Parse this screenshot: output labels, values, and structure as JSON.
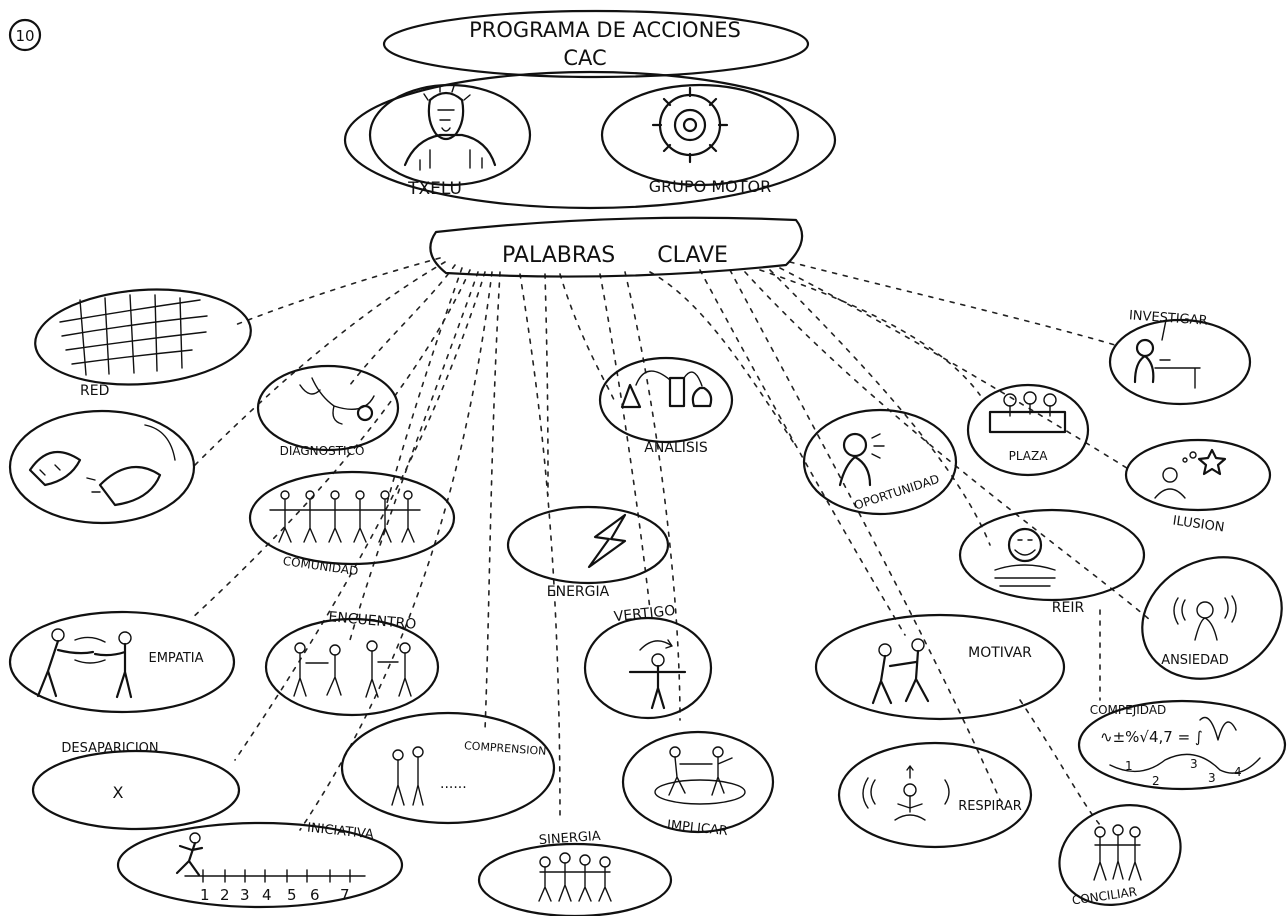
{
  "sheet_number": "10",
  "title": {
    "line1": "PROGRAMA DE ACCIONES",
    "line2": "CAC"
  },
  "actors": [
    {
      "label": "TXELU",
      "icon": "person-icon"
    },
    {
      "label": "GRUPO MOTOR",
      "icon": "gear-icon"
    }
  ],
  "hub": {
    "label": "PALABRAS      CLAVE"
  },
  "keywords": [
    {
      "id": "red",
      "label": "RED",
      "icon": "net-icon"
    },
    {
      "id": "plugs",
      "label": "",
      "icon": "plug-icon"
    },
    {
      "id": "diagnostico",
      "label": "DIAGNOSTICO",
      "icon": "stethoscope-icon"
    },
    {
      "id": "comunidad",
      "label": "COMUNIDAD",
      "icon": "people-chain-icon"
    },
    {
      "id": "analisis",
      "label": "ANALISIS",
      "icon": "lab-flasks-icon"
    },
    {
      "id": "energia",
      "label": "ENERGIA",
      "icon": "lightning-icon"
    },
    {
      "id": "oportunidad",
      "label": "OPORTUNIDAD",
      "icon": "shout-icon"
    },
    {
      "id": "plaza",
      "label": "PLAZA",
      "icon": "plaza-icon"
    },
    {
      "id": "investigar",
      "label": "INVESTIGAR",
      "icon": "microscope-icon"
    },
    {
      "id": "ilusion",
      "label": "ILUSION",
      "icon": "star-dream-icon"
    },
    {
      "id": "reir",
      "label": "REIR",
      "icon": "laughing-face-icon"
    },
    {
      "id": "ansiedad",
      "label": "ANSIEDAD",
      "icon": "anxious-person-icon"
    },
    {
      "id": "empatia",
      "label": "EMPATIA",
      "icon": "handshake-icon"
    },
    {
      "id": "encuentro",
      "label": "ENCUENTRO",
      "icon": "meeting-people-icon"
    },
    {
      "id": "vertigo",
      "label": "VERTIGO",
      "icon": "spinning-person-icon"
    },
    {
      "id": "motivar",
      "label": "MOTIVAR",
      "icon": "pushing-people-icon"
    },
    {
      "id": "complejidad",
      "label": "COMPEJIDAD",
      "icon": "formula-icon",
      "formula": "∿±%√4,7 = ∫",
      "steps": [
        "1",
        "2",
        "3",
        "3",
        "4"
      ]
    },
    {
      "id": "desaparicion",
      "label": "DESAPARICION",
      "icon": "cross-mark-icon",
      "mark": "X"
    },
    {
      "id": "comprension",
      "label": "COMPRENSION",
      "icon": "talking-people-icon",
      "dots": "......"
    },
    {
      "id": "implicar",
      "label": "IMPLICAR",
      "icon": "dancers-icon"
    },
    {
      "id": "respirar",
      "label": "RESPIRAR",
      "icon": "meditation-icon"
    },
    {
      "id": "iniciativa",
      "label": "INICIATIVA",
      "icon": "runner-icon",
      "scale": [
        "1",
        "2",
        "3",
        "4",
        "5",
        "6",
        "7"
      ]
    },
    {
      "id": "sinergia",
      "label": "SINERGIA",
      "icon": "group-push-icon"
    },
    {
      "id": "conciliar",
      "label": "CONCILIAR",
      "icon": "hugging-people-icon"
    }
  ]
}
